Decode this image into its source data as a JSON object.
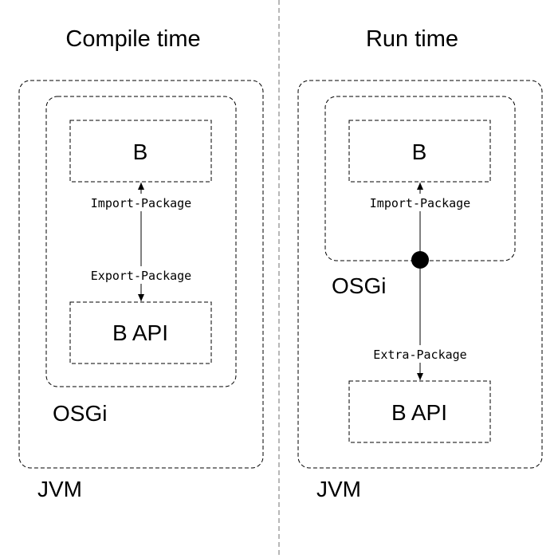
{
  "left": {
    "title": "Compile time",
    "box_top": "B",
    "box_bottom": "B API",
    "label_import": "Import-Package",
    "label_export": "Export-Package",
    "osgi": "OSGi",
    "jvm": "JVM"
  },
  "right": {
    "title": "Run time",
    "box_top": "B",
    "box_bottom": "B API",
    "label_import": "Import-Package",
    "label_extra": "Extra-Package",
    "osgi": "OSGi",
    "jvm": "JVM"
  }
}
